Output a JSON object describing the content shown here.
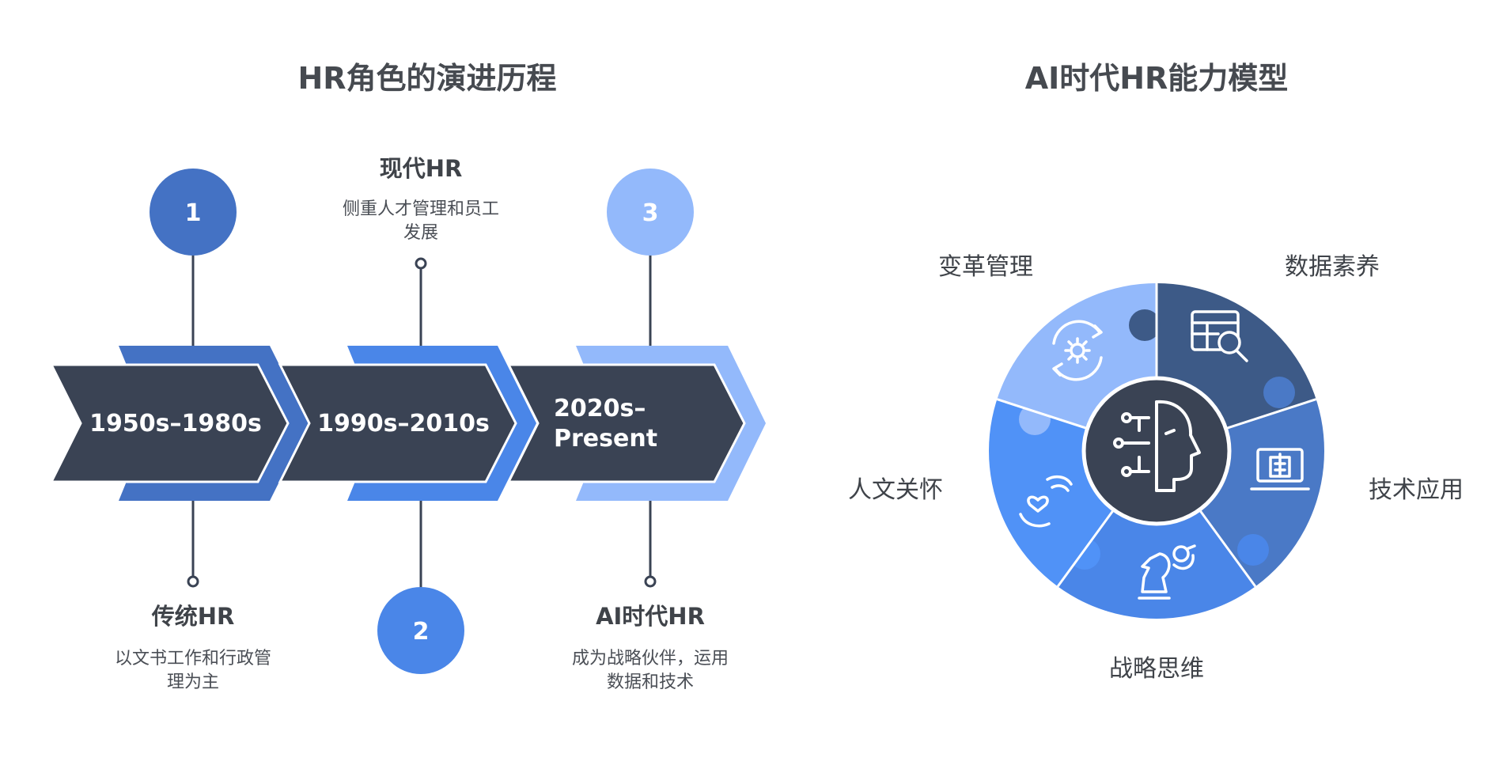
{
  "left": {
    "title": "HR角色的演进历程",
    "eras": [
      {
        "number": "1",
        "period": "1950s–1980s",
        "title": "传统HR",
        "desc_line1": "以文书工作和行政管",
        "desc_line2": "理为主",
        "color": "#4472c4"
      },
      {
        "number": "2",
        "period": "1990s–2010s",
        "title": "现代HR",
        "desc_line1": "侧重人才管理和员工",
        "desc_line2": "发展",
        "color": "#4a86e8"
      },
      {
        "number": "3",
        "period_line1": "2020s–",
        "period_line2": "Present",
        "title": "AI时代HR",
        "desc_line1": "成为战略伙伴，运用",
        "desc_line2": "数据和技术",
        "color": "#93b9fb"
      }
    ],
    "arrow_fill": "#3a4354"
  },
  "right": {
    "title": "AI时代HR能力模型",
    "segments": [
      {
        "label": "数据素养",
        "icon": "data-table-search-icon",
        "color": "#3d5a87"
      },
      {
        "label": "技术应用",
        "icon": "laptop-document-icon",
        "color": "#4a79c6"
      },
      {
        "label": "战略思维",
        "icon": "chess-knight-icon",
        "color": "#4a86e8"
      },
      {
        "label": "人文关怀",
        "icon": "heart-hands-icon",
        "color": "#5092f7"
      },
      {
        "label": "变革管理",
        "icon": "cycle-gear-icon",
        "color": "#93b9fb"
      }
    ],
    "center_icon": "ai-head-icon",
    "center_color": "#3a4354"
  }
}
